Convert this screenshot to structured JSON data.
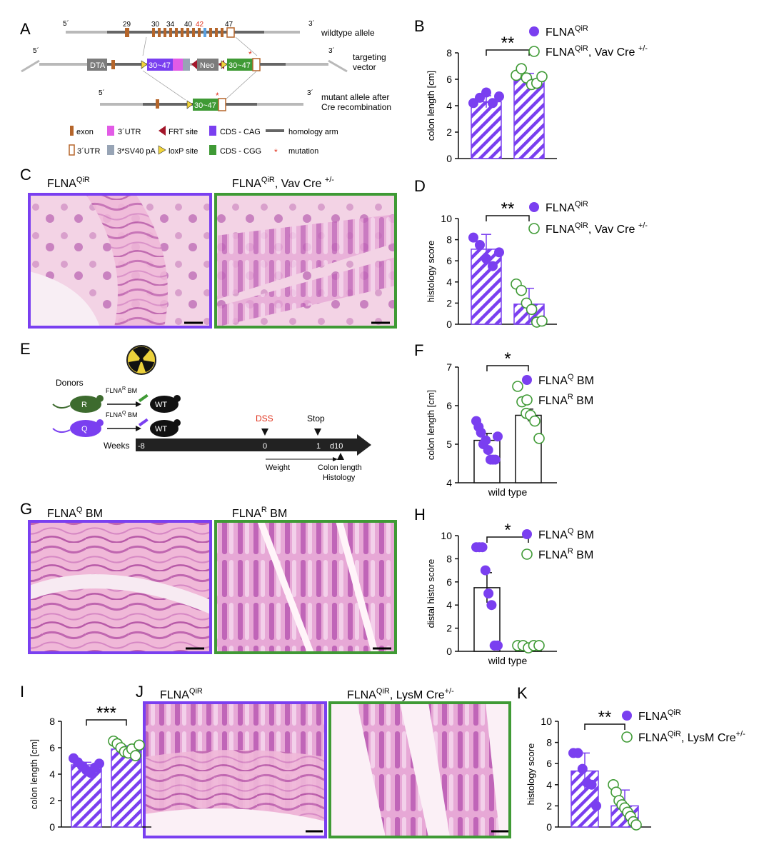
{
  "colors": {
    "purple": "#7a3ff0",
    "green": "#3f9a35",
    "exon": "#b5652a",
    "utr": "#e25be6",
    "frt": "#a3162a",
    "sv40": "#97a4b5",
    "loxp": "#f2d53a",
    "black": "#111111",
    "red": "#e0311c"
  },
  "panels": {
    "A": "A",
    "B": "B",
    "C": "C",
    "D": "D",
    "E": "E",
    "F": "F",
    "G": "G",
    "H": "H",
    "I": "I",
    "J": "J",
    "K": "K"
  },
  "panel_a": {
    "wt_label": "wildtype allele",
    "tv_label1": "targeting",
    "tv_label2": "vector",
    "mut_label1": "mutant allele after",
    "mut_label2": "Cre recombination",
    "five_prime": "5´",
    "three_prime": "3´",
    "exon_numbers": [
      "29",
      "30",
      "34",
      "40",
      "42",
      "47"
    ],
    "dta": "DTA",
    "neo": "Neo",
    "box_label": "30~47",
    "star": "*",
    "legend": [
      "exon",
      "3´UTR",
      "FRT site",
      "CDS - CAG",
      "homology arm",
      "3´UTR",
      "3*SV40 pA",
      "loxP site",
      "CDS - CGG",
      "mutation"
    ]
  },
  "panel_c": {
    "left_main": "FLNA",
    "left_sup": "QiR",
    "right_main": "FLNA",
    "right_sup": "QiR",
    "right_rest": ", Vav Cre ",
    "right_sup2": "+/-"
  },
  "panel_e": {
    "donors": "Donors",
    "r": "R",
    "q": "Q",
    "flnar_main": "FLNA",
    "flnar_sup": "R",
    "flnar_bm": " BM",
    "flnaq_main": "FLNA",
    "flnaq_sup": "Q",
    "flnaq_bm": " BM",
    "wt": "WT",
    "weeks": "Weeks",
    "t_neg8": "-8",
    "t_0": "0",
    "t_1": "1",
    "t_d10": "d10",
    "dss": "DSS",
    "stop": "Stop",
    "weight": "Weight",
    "colon_length": "Colon length",
    "histology": "Histology"
  },
  "panel_g": {
    "left_main": "FLNA",
    "left_sup": "Q",
    "left_rest": " BM",
    "right_main": "FLNA",
    "right_sup": "R",
    "right_rest": " BM"
  },
  "panel_j": {
    "left_main": "FLNA",
    "left_sup": "QiR",
    "right_main": "FLNA",
    "right_sup": "QiR",
    "right_rest": ", LysM Cre",
    "right_sup2": "+/-"
  },
  "chart_data": [
    {
      "panel": "B",
      "type": "bar",
      "ylabel": "colon length [cm]",
      "ylim": [
        0,
        8
      ],
      "yticks": [
        "0",
        "2",
        "4",
        "6",
        "8"
      ],
      "significance": "**",
      "series": [
        {
          "name": "FLNA QiR",
          "legend_main": "FLNA",
          "legend_sup": "QiR",
          "legend_rest": "",
          "legend_sup2": "",
          "mean": 4.3,
          "sem": 0.45,
          "points": [
            4.2,
            4.6,
            5.0,
            4.2,
            4.7
          ]
        },
        {
          "name": "FLNA QiR, Vav Cre +/-",
          "legend_main": "FLNA",
          "legend_sup": "QiR",
          "legend_rest": ", Vav Cre ",
          "legend_sup2": "+/-",
          "mean": 6.0,
          "sem": 0.45,
          "points": [
            6.3,
            6.8,
            6.1,
            5.6,
            5.7,
            6.2
          ]
        }
      ]
    },
    {
      "panel": "D",
      "type": "bar",
      "ylabel": "histology score",
      "ylim": [
        0,
        10
      ],
      "yticks": [
        "0",
        "2",
        "4",
        "6",
        "8",
        "10"
      ],
      "significance": "**",
      "series": [
        {
          "name": "FLNA QiR",
          "legend_main": "FLNA",
          "legend_sup": "QiR",
          "legend_rest": "",
          "legend_sup2": "",
          "mean": 7.1,
          "sem": 1.4,
          "points": [
            8.2,
            7.5,
            6.2,
            5.5,
            6.8
          ]
        },
        {
          "name": "FLNA QiR, Vav Cre +/-",
          "legend_main": "FLNA",
          "legend_sup": "QiR",
          "legend_rest": ", Vav Cre ",
          "legend_sup2": "+/-",
          "mean": 1.9,
          "sem": 1.5,
          "points": [
            3.8,
            3.2,
            2.0,
            1.4,
            0.2,
            0.3
          ]
        }
      ]
    },
    {
      "panel": "F",
      "type": "bar",
      "ylabel": "colon length [cm]",
      "xlabel": "wild type",
      "ylim": [
        4,
        7
      ],
      "yticks": [
        "4",
        "5",
        "6",
        "7"
      ],
      "significance": "*",
      "series": [
        {
          "name": "FLNA Q BM",
          "legend_main": "FLNA",
          "legend_sup": "Q",
          "legend_rest": " BM",
          "legend_sup2": "",
          "mean": 5.1,
          "sem": 0.18,
          "points": [
            5.6,
            5.45,
            5.3,
            5.0,
            5.1,
            4.85,
            4.6,
            4.6,
            4.6,
            5.2
          ]
        },
        {
          "name": "FLNA R BM",
          "legend_main": "FLNA",
          "legend_sup": "R",
          "legend_rest": " BM",
          "legend_sup2": "",
          "mean": 5.75,
          "sem": 0.16,
          "points": [
            6.5,
            6.1,
            5.8,
            5.75,
            5.6,
            5.15
          ]
        }
      ]
    },
    {
      "panel": "H",
      "type": "bar",
      "ylabel": "distal histo score",
      "xlabel": "wild type",
      "ylim": [
        0,
        10
      ],
      "yticks": [
        "0",
        "2",
        "4",
        "6",
        "8",
        "10"
      ],
      "significance": "*",
      "series": [
        {
          "name": "FLNA Q BM",
          "legend_main": "FLNA",
          "legend_sup": "Q",
          "legend_rest": " BM",
          "legend_sup2": "",
          "mean": 5.5,
          "sem": 1.3,
          "points": [
            9.0,
            9.0,
            9.0,
            7.0,
            5.0,
            4.0,
            0.5,
            0.5
          ]
        },
        {
          "name": "FLNA R BM",
          "legend_main": "FLNA",
          "legend_sup": "R",
          "legend_rest": " BM",
          "legend_sup2": "",
          "mean": 0.5,
          "sem": 0.15,
          "points": [
            0.5,
            0.5,
            0.3,
            0.5,
            0.5
          ]
        }
      ]
    },
    {
      "panel": "I",
      "type": "bar",
      "ylabel": "colon length [cm]",
      "ylim": [
        0,
        8
      ],
      "yticks": [
        "0",
        "2",
        "4",
        "6",
        "8"
      ],
      "significance": "***",
      "series": [
        {
          "name": "FLNA QiR",
          "mean": 4.7,
          "sem": 0.2,
          "points": [
            5.2,
            4.9,
            4.6,
            4.3,
            4.1,
            4.5,
            4.8
          ]
        },
        {
          "name": "FLNA QiR, LysM Cre+/-",
          "mean": 5.9,
          "sem": 0.25,
          "points": [
            6.5,
            6.3,
            6.0,
            5.7,
            5.6,
            5.9,
            5.4,
            6.2
          ]
        }
      ]
    },
    {
      "panel": "K",
      "type": "bar",
      "ylabel": "histology score",
      "ylim": [
        0,
        10
      ],
      "yticks": [
        "0",
        "2",
        "4",
        "6",
        "8",
        "10"
      ],
      "significance": "**",
      "series": [
        {
          "name": "FLNA QiR",
          "legend_main": "FLNA",
          "legend_sup": "QiR",
          "legend_rest": "",
          "legend_sup2": "",
          "mean": 5.3,
          "sem": 1.7,
          "points": [
            7.0,
            7.0,
            5.5,
            4.2,
            4.0,
            2.0
          ]
        },
        {
          "name": "FLNA QiR, LysM Cre+/-",
          "legend_main": "FLNA",
          "legend_sup": "QiR",
          "legend_rest": ", LysM Cre",
          "legend_sup2": "+/-",
          "mean": 2.0,
          "sem": 1.5,
          "points": [
            4.0,
            3.3,
            2.5,
            2.1,
            1.8,
            1.4,
            1.0,
            0.5,
            0.2
          ]
        }
      ]
    }
  ]
}
